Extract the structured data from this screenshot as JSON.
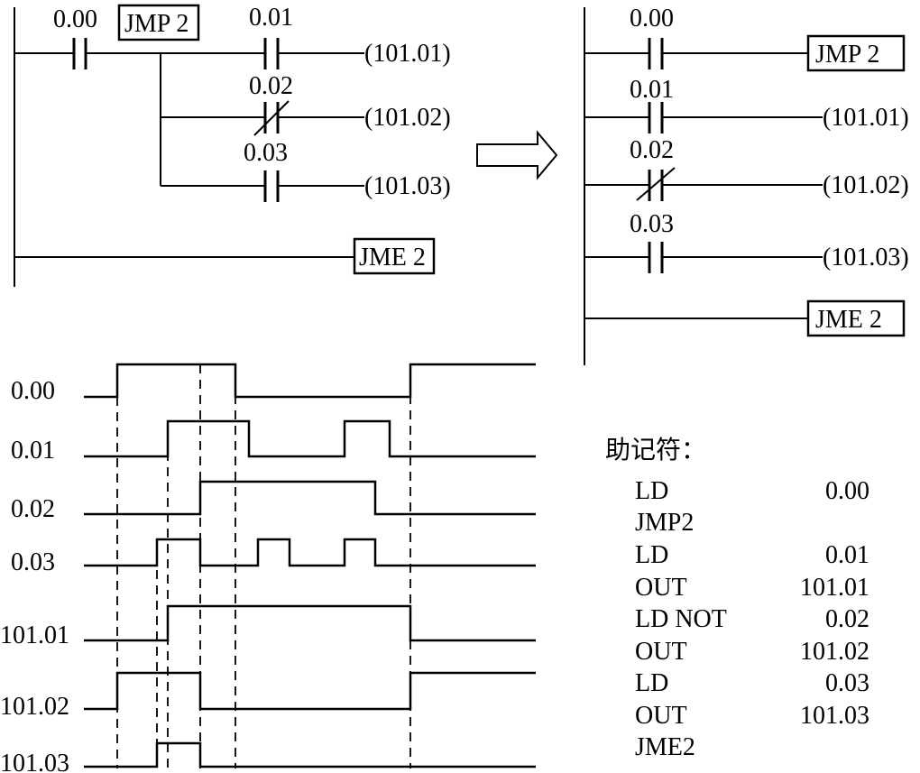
{
  "left_ladder": {
    "contact_0": "0.00",
    "jmp_box": "JMP 2",
    "contact_1": "0.01",
    "coil_1": "(101.01)",
    "contact_2": "0.02",
    "coil_2": "(101.02)",
    "contact_3": "0.03",
    "coil_3": "(101.03)",
    "jme_box": "JME 2"
  },
  "right_ladder": {
    "contact_0": "0.00",
    "jmp_box": "JMP  2",
    "contact_1": "0.01",
    "coil_1": "(101.01)",
    "contact_2": "0.02",
    "coil_2": "(101.02)",
    "contact_3": "0.03",
    "coil_3": "(101.03)",
    "jme_box": "JME  2"
  },
  "timing": {
    "signals": [
      {
        "label": "0.00",
        "transitions": [
          0,
          1,
          0,
          1
        ],
        "levels": [
          0,
          1,
          0,
          1
        ]
      },
      {
        "label": "0.01",
        "levels": [
          0,
          1,
          0,
          1,
          0
        ]
      },
      {
        "label": "0.02",
        "levels": [
          0,
          1,
          0
        ]
      },
      {
        "label": "0.03",
        "levels": [
          0,
          1,
          0,
          1,
          0,
          1,
          0
        ]
      },
      {
        "label": "101.01",
        "levels": [
          0,
          1,
          0
        ]
      },
      {
        "label": "101.02",
        "levels": [
          0,
          1,
          0,
          1
        ]
      },
      {
        "label": "101.03",
        "levels": [
          0,
          1,
          0
        ]
      }
    ]
  },
  "mnemonic": {
    "title": "助记符：",
    "rows": [
      {
        "op": "LD",
        "arg": "0.00"
      },
      {
        "op": "JMP2",
        "arg": ""
      },
      {
        "op": "LD",
        "arg": "0.01"
      },
      {
        "op": "OUT",
        "arg": "101.01"
      },
      {
        "op": "LD NOT",
        "arg": "0.02"
      },
      {
        "op": "OUT",
        "arg": "101.02"
      },
      {
        "op": "LD",
        "arg": "0.03"
      },
      {
        "op": "OUT",
        "arg": "101.03"
      },
      {
        "op": "JME2",
        "arg": ""
      }
    ]
  }
}
